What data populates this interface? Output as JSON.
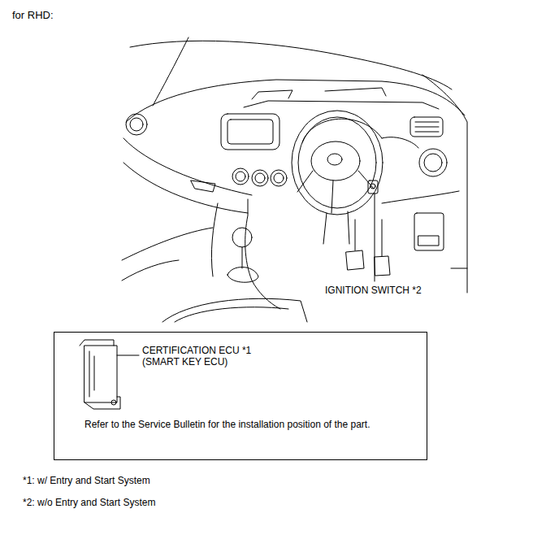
{
  "diagram": {
    "title": "for RHD:",
    "nodes": [
      {
        "text": [
          "CERTIFICATION ECU *1 (SMART KEY ECU)",
          "Refer to the Service Bulletin for the installation position of the part."
        ]
      }
    ],
    "labels": [
      "IGNITION SWITCH *2",
      "*1: w/ Entry and Start System",
      "*2: w/o Entry and Start System"
    ]
  }
}
